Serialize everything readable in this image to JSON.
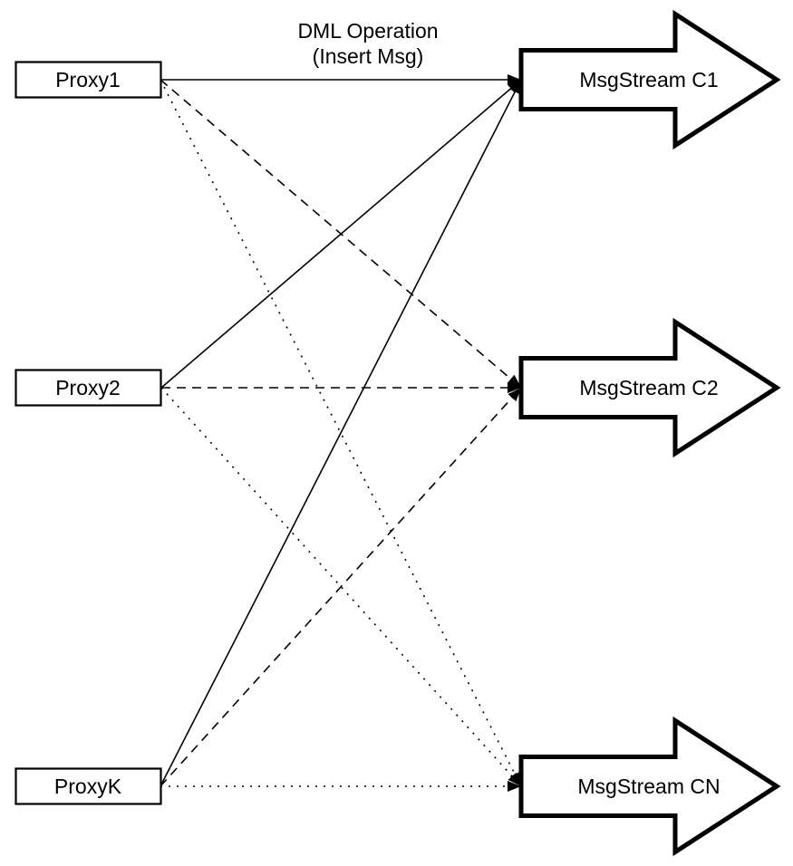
{
  "title": {
    "line1": "DML Operation",
    "line2": "(Insert Msg)"
  },
  "nodes": {
    "proxy1": {
      "label": "Proxy1",
      "type": "box"
    },
    "proxy2": {
      "label": "Proxy2",
      "type": "box"
    },
    "proxyk": {
      "label": "ProxyK",
      "type": "box"
    },
    "c1": {
      "label": "MsgStream C1",
      "type": "block-arrow"
    },
    "c2": {
      "label": "MsgStream C2",
      "type": "block-arrow"
    },
    "cn": {
      "label": "MsgStream CN",
      "type": "block-arrow"
    }
  },
  "edges": [
    {
      "from": "proxy1",
      "to": "c1",
      "style": "solid"
    },
    {
      "from": "proxy1",
      "to": "c2",
      "style": "dashed"
    },
    {
      "from": "proxy1",
      "to": "cn",
      "style": "dotted"
    },
    {
      "from": "proxy2",
      "to": "c1",
      "style": "solid"
    },
    {
      "from": "proxy2",
      "to": "c2",
      "style": "dashed"
    },
    {
      "from": "proxy2",
      "to": "cn",
      "style": "dotted"
    },
    {
      "from": "proxyk",
      "to": "c1",
      "style": "solid"
    },
    {
      "from": "proxyk",
      "to": "c2",
      "style": "dashed"
    },
    {
      "from": "proxyk",
      "to": "cn",
      "style": "dotted"
    }
  ],
  "colors": {
    "line": "#000000",
    "shape_fill": "#ffffff",
    "background": "#ffffff"
  }
}
